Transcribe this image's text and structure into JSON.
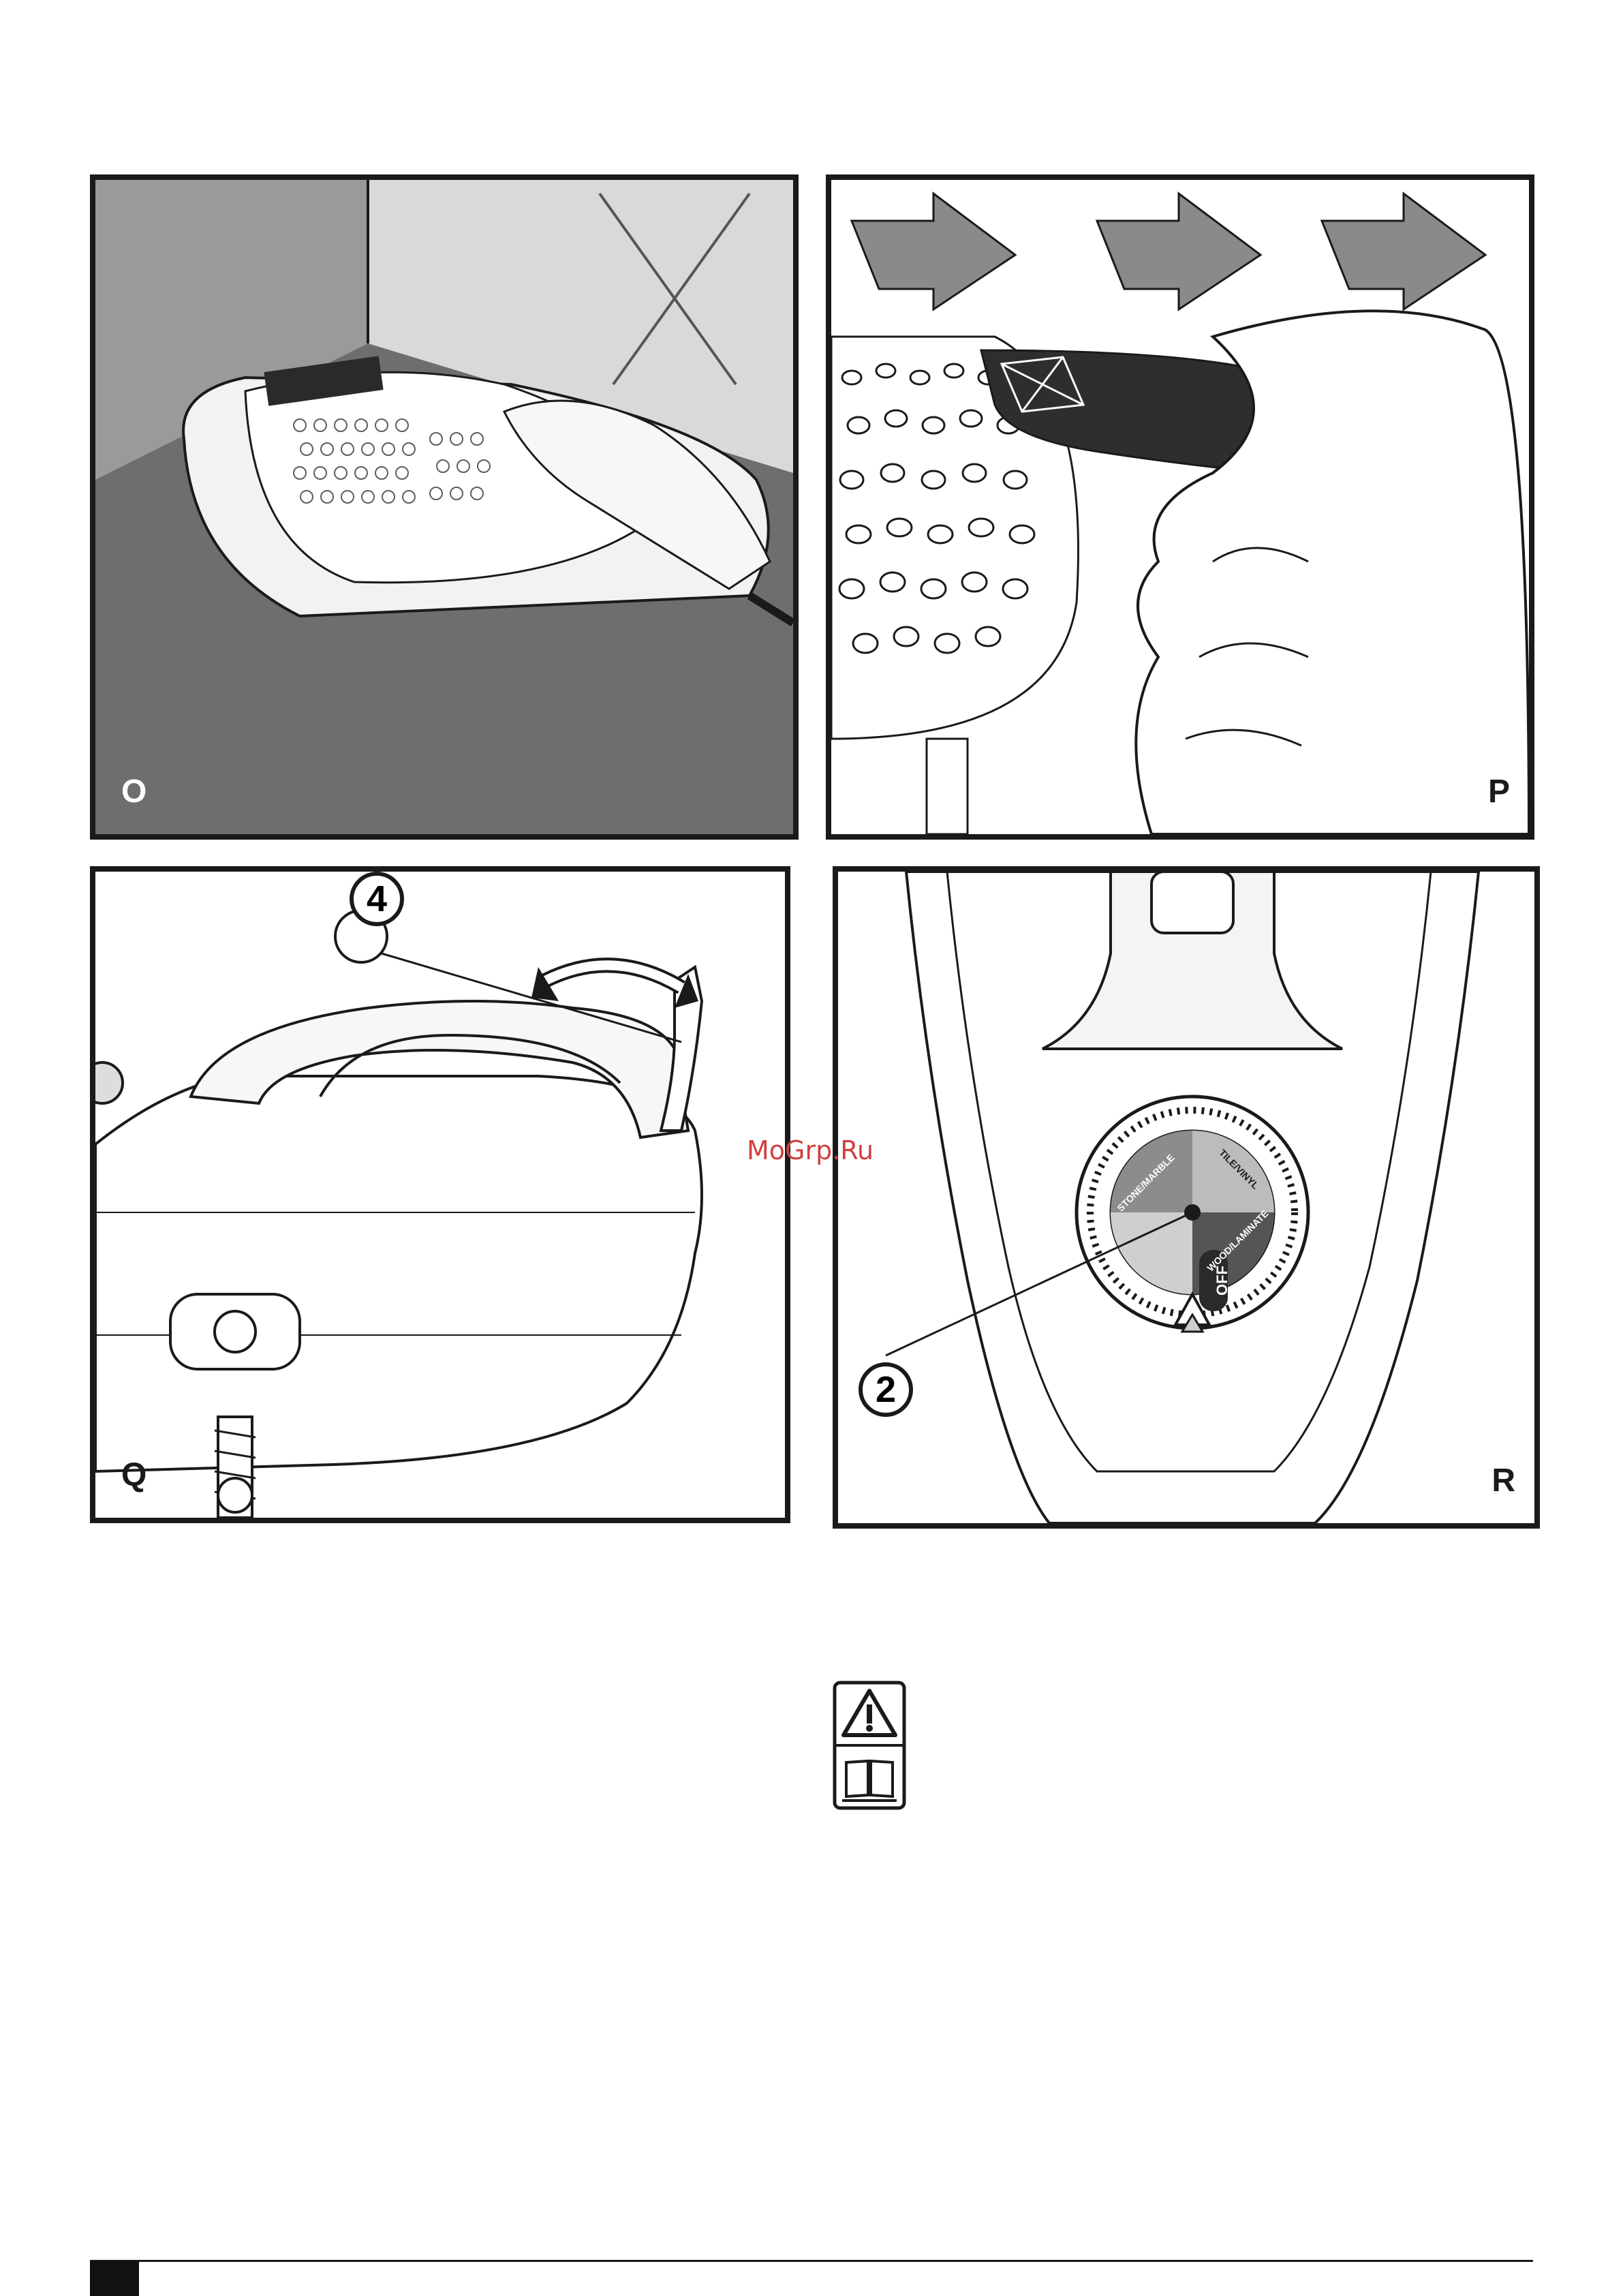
{
  "panels": [
    {
      "id": "O",
      "label": "O"
    },
    {
      "id": "P",
      "label": "P"
    },
    {
      "id": "Q",
      "label": "Q"
    },
    {
      "id": "R",
      "label": "R"
    }
  ],
  "callouts": {
    "handle_release": "4",
    "dial": "2"
  },
  "dial": {
    "off_label": "OFF",
    "arc_labels": [
      "STONE/MARBLE",
      "TILE/VINYL",
      "WOOD/LAMINATE"
    ]
  },
  "watermark": "MoGrp.Ru",
  "icons": [
    "floor-wall-corner-cross-icon",
    "arrow-right-icon",
    "warning-triangle-icon",
    "open-book-icon"
  ],
  "colors": {
    "ink": "#1a1a1a",
    "panel_o_floor": "#6e6e6e",
    "arrow_fill": "#8a8a8a",
    "watermark": "#d04040"
  }
}
